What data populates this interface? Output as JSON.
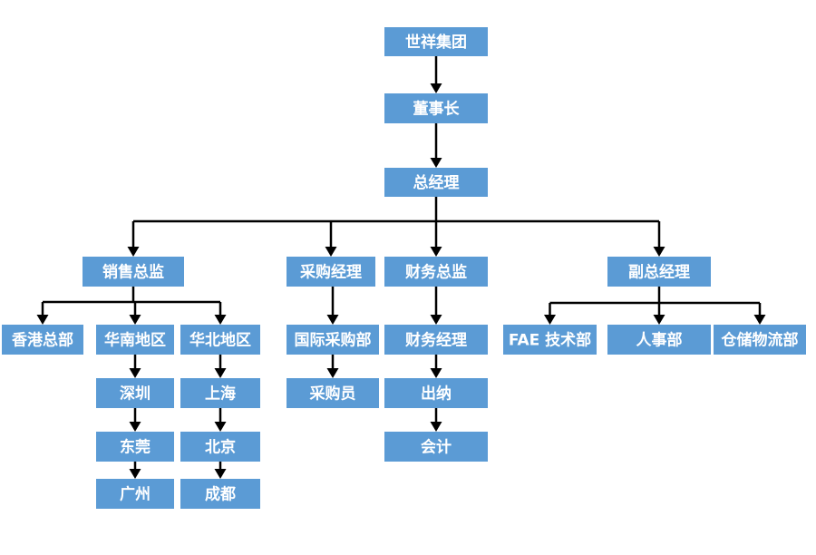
{
  "diagram": {
    "type": "org-chart",
    "colors": {
      "node_fill": "#5b9bd5",
      "node_text": "#ffffff",
      "edge": "#000000"
    },
    "nodes": {
      "group": "世祥集团",
      "chairman": "董事长",
      "gm": "总经理",
      "sales": "销售总监",
      "purchase_mgr": "采购经理",
      "finance_dir": "财务总监",
      "vgm": "副总经理",
      "hk": "香港总部",
      "south": "华南地区",
      "north": "华北地区",
      "shenzhen": "深圳",
      "dongguan": "东莞",
      "guangzhou": "广州",
      "shanghai": "上海",
      "beijing": "北京",
      "chengdu": "成都",
      "intl_purchase": "国际采购部",
      "buyer": "采购员",
      "finance_mgr": "财务经理",
      "cashier": "出纳",
      "accountant": "会计",
      "fae": "FAE 技术部",
      "hr": "人事部",
      "logistics": "仓储物流部"
    },
    "edges": [
      [
        "group",
        "chairman"
      ],
      [
        "chairman",
        "gm"
      ],
      [
        "gm",
        "sales"
      ],
      [
        "gm",
        "purchase_mgr"
      ],
      [
        "gm",
        "finance_dir"
      ],
      [
        "gm",
        "vgm"
      ],
      [
        "sales",
        "hk"
      ],
      [
        "sales",
        "south"
      ],
      [
        "sales",
        "north"
      ],
      [
        "south",
        "shenzhen"
      ],
      [
        "shenzhen",
        "dongguan"
      ],
      [
        "dongguan",
        "guangzhou"
      ],
      [
        "north",
        "shanghai"
      ],
      [
        "shanghai",
        "beijing"
      ],
      [
        "beijing",
        "chengdu"
      ],
      [
        "purchase_mgr",
        "intl_purchase"
      ],
      [
        "intl_purchase",
        "buyer"
      ],
      [
        "finance_dir",
        "finance_mgr"
      ],
      [
        "finance_mgr",
        "cashier"
      ],
      [
        "cashier",
        "accountant"
      ],
      [
        "vgm",
        "fae"
      ],
      [
        "vgm",
        "hr"
      ],
      [
        "vgm",
        "logistics"
      ]
    ]
  }
}
